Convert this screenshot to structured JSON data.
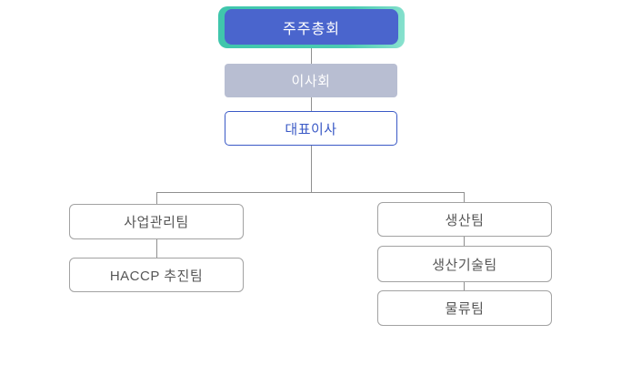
{
  "org_chart": {
    "title": "organization-chart",
    "root": {
      "label": "주주총회"
    },
    "board": {
      "label": "이사회"
    },
    "ceo": {
      "label": "대표이사"
    },
    "left_column": [
      {
        "label": "사업관리팀"
      },
      {
        "label": "HACCP 추진팀"
      }
    ],
    "right_column": [
      {
        "label": "생산팀"
      },
      {
        "label": "생산기술팀"
      },
      {
        "label": "물류팀"
      }
    ],
    "colors": {
      "root_fill": "#4a65cd",
      "root_outline_teal": "#45c8ae",
      "board_fill": "#b8bed2",
      "ceo_accent_blue": "#3a59c6",
      "team_border": "#a2a2a2",
      "team_text": "#565656",
      "connector_line": "#8f8f8f",
      "background": "#ffffff"
    }
  }
}
